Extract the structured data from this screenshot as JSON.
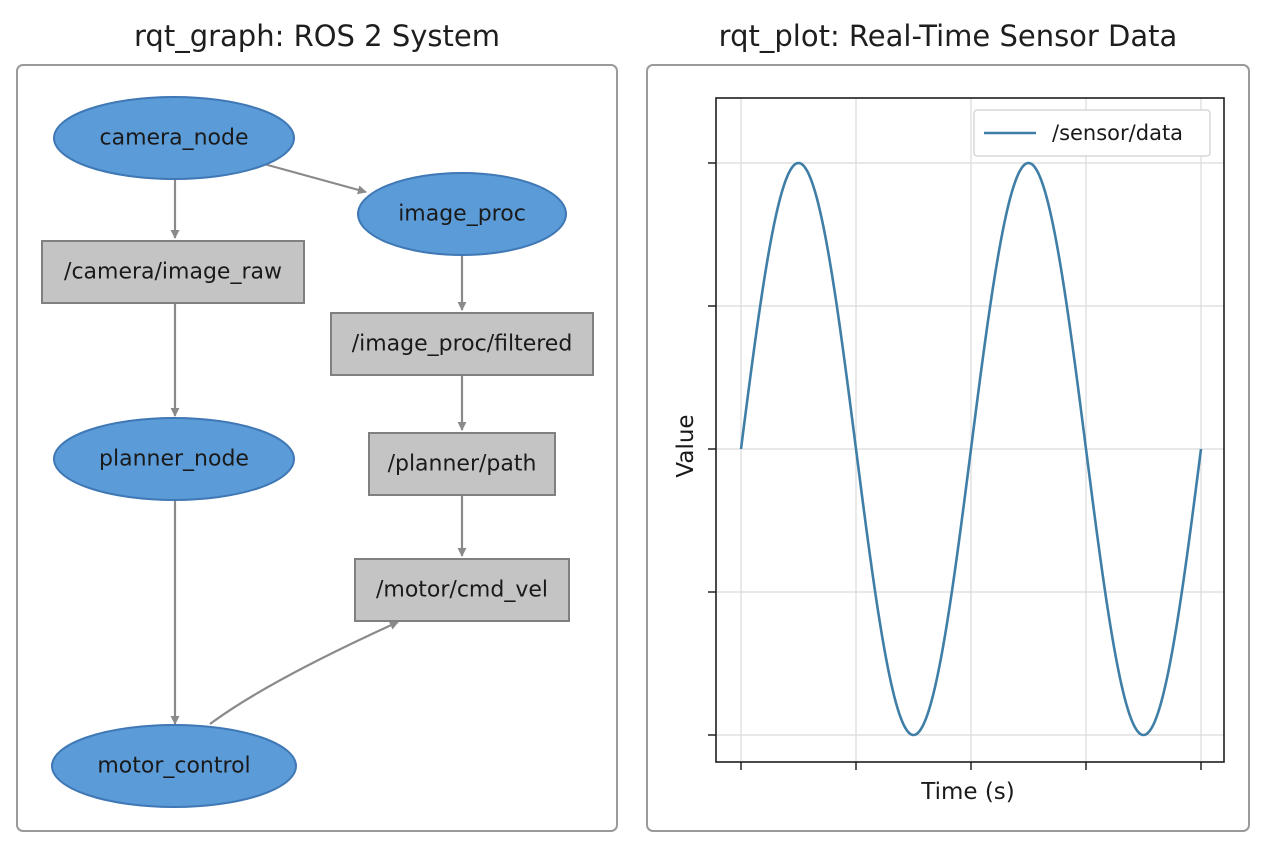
{
  "graph": {
    "title": "rqt_graph: ROS 2 System",
    "nodes": [
      {
        "id": "camera_node",
        "label": "camera_node"
      },
      {
        "id": "image_proc",
        "label": "image_proc"
      },
      {
        "id": "planner_node",
        "label": "planner_node"
      },
      {
        "id": "motor_control",
        "label": "motor_control"
      }
    ],
    "topics": [
      {
        "id": "camera_image_raw",
        "label": "/camera/image_raw"
      },
      {
        "id": "image_proc_filtered",
        "label": "/image_proc/filtered"
      },
      {
        "id": "planner_path",
        "label": "/planner/path"
      },
      {
        "id": "motor_cmd_vel",
        "label": "/motor/cmd_vel"
      }
    ],
    "edges": [
      {
        "from": "camera_node",
        "to": "image_proc"
      },
      {
        "from": "camera_node",
        "to": "camera_image_raw"
      },
      {
        "from": "camera_image_raw",
        "to": "planner_node"
      },
      {
        "from": "image_proc",
        "to": "image_proc_filtered"
      },
      {
        "from": "image_proc_filtered",
        "to": "planner_path"
      },
      {
        "from": "planner_path",
        "to": "motor_cmd_vel"
      },
      {
        "from": "planner_node",
        "to": "motor_control"
      },
      {
        "from": "motor_control",
        "to": "motor_cmd_vel"
      }
    ],
    "colors": {
      "node": "#5b9bd8",
      "topic": "#c4c4c4",
      "edge": "#8a8a8a"
    }
  },
  "plot": {
    "title": "rqt_plot: Real-Time Sensor Data",
    "chart_data": {
      "type": "line",
      "xlabel": "Time (s)",
      "ylabel": "Value",
      "tick_labels_visible": false,
      "grid": true,
      "legend_position": "top-right",
      "series": [
        {
          "name": "/sensor/data",
          "color": "#3f7ea6",
          "function": "sine",
          "cycles": 2,
          "amplitude": 1,
          "start_value": 0,
          "end_value": 0
        }
      ]
    }
  }
}
